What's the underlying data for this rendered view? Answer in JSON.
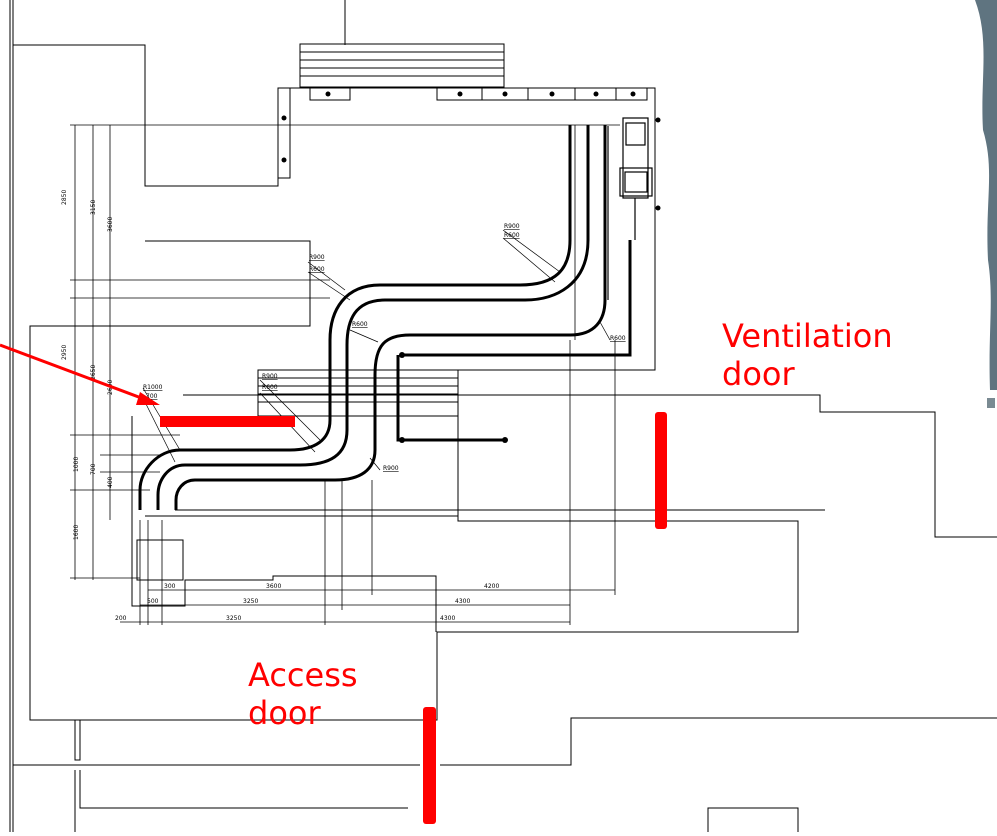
{
  "labels": {
    "ventilation_line1": "Ventilation",
    "ventilation_line2": "door",
    "access_line1": "Access",
    "access_line2": "door"
  },
  "dimensions": {
    "d2850": "2850",
    "d3150": "3150",
    "d3600v": "3600",
    "d2950": "2950",
    "d2650": "2650",
    "d2600": "2600",
    "d1000": "1000",
    "d700": "700",
    "d400": "400",
    "d1600": "1600",
    "d300": "300",
    "d3600h": "3600",
    "d4200": "4200",
    "d500": "500",
    "d3250a": "3250",
    "d4300a": "4300",
    "d200": "200",
    "d3250b": "3250",
    "d4300b": "4300"
  },
  "radii": {
    "r900a": "R900",
    "r600a": "R600",
    "r600b": "R600",
    "r900b": "R900",
    "r600c": "R600",
    "r600d": "R600",
    "r900c": "R900",
    "r600e": "R600",
    "r1000": "R1000",
    "r700": "700",
    "r900d": "R900"
  },
  "colors": {
    "accent": "#ff0000",
    "lines": "#000000",
    "background": "#ffffff"
  }
}
